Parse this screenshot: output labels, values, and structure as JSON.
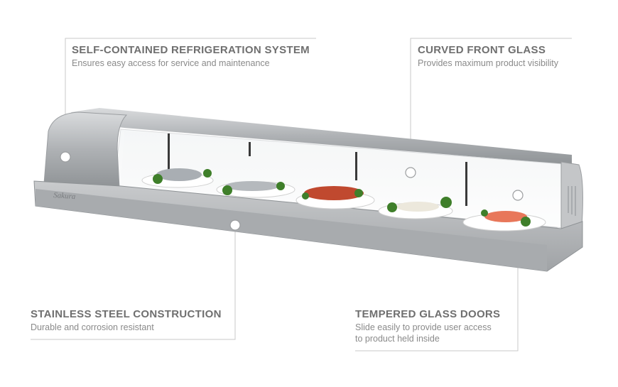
{
  "brand_logo": "Sakura",
  "callouts": [
    {
      "id": "self-contained-refrigeration",
      "title": "SELF-CONTAINED REFRIGERATION SYSTEM",
      "lines": [
        "Ensures easy access for service and maintenance"
      ]
    },
    {
      "id": "curved-front-glass",
      "title": "CURVED FRONT GLASS",
      "lines": [
        "Provides maximum product visibility"
      ]
    },
    {
      "id": "stainless-steel-construction",
      "title": "STAINLESS STEEL CONSTRUCTION",
      "lines": [
        "Durable and corrosion resistant"
      ]
    },
    {
      "id": "tempered-glass-doors",
      "title": "TEMPERED GLASS DOORS",
      "lines": [
        "Slide easily to provide user access",
        "to product held inside"
      ]
    }
  ],
  "colors": {
    "leader_line": "#c8c8c8",
    "title_text": "#6f6f6f",
    "body_text": "#8a8a8a",
    "steel": "#b9bcbf"
  }
}
